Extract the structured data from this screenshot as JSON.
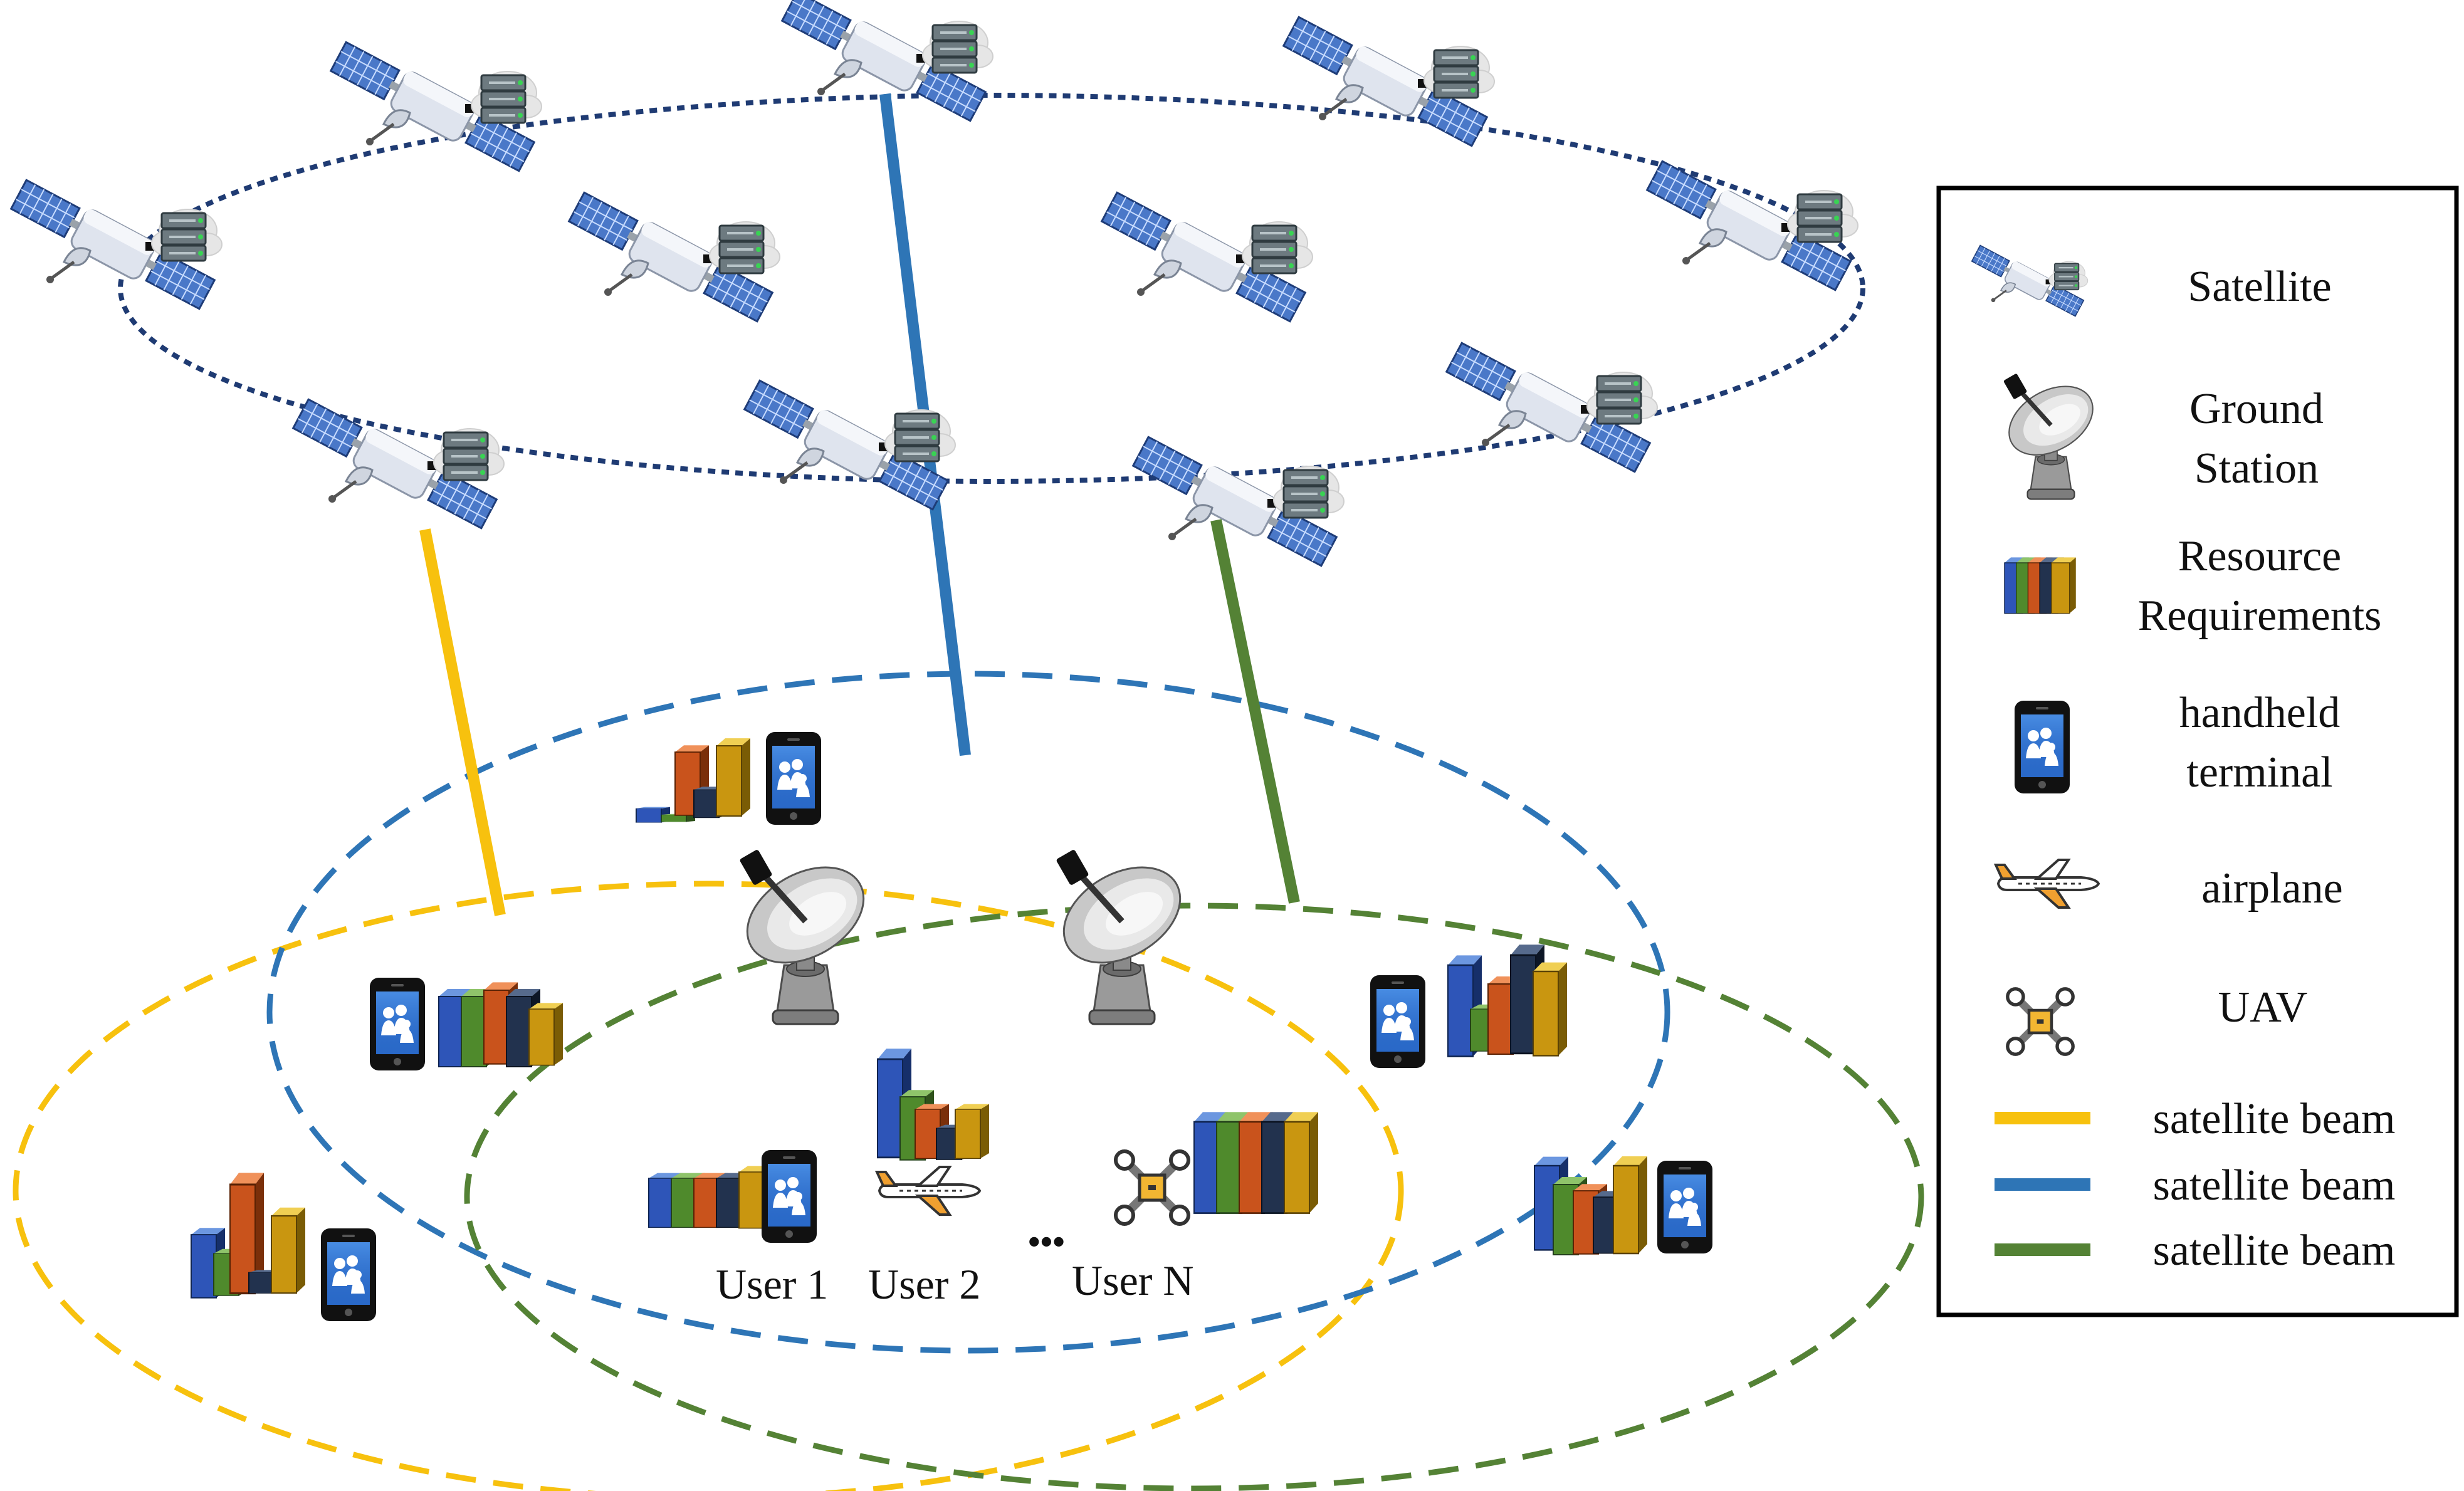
{
  "colors": {
    "orbit": "#1f3b73",
    "beam_yellow": "#f7c10e",
    "beam_blue": "#2e75b6",
    "beam_green": "#548235",
    "legend_border": "#000000"
  },
  "users": {
    "u1": "User 1",
    "u2": "User 2",
    "ellipsis": "•••",
    "un": "User N"
  },
  "legend": {
    "satellite": "Satellite",
    "ground_station": [
      "Ground",
      "Station"
    ],
    "resource": [
      "Resource",
      "Requirements"
    ],
    "handheld": [
      "handheld",
      "terminal"
    ],
    "airplane": "airplane",
    "uav": "UAV",
    "beam_yellow": "satellite beam",
    "beam_blue": "satellite beam",
    "beam_green": "satellite beam"
  },
  "icons": [
    "satellite-icon",
    "ground-station-icon",
    "resource-requirements-icon",
    "handheld-terminal-icon",
    "airplane-icon",
    "uav-icon"
  ]
}
